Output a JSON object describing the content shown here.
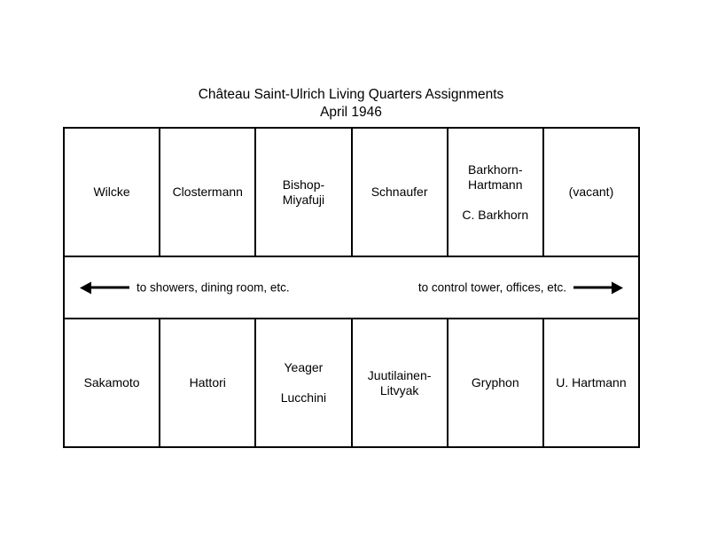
{
  "title": "Château Saint-Ulrich Living Quarters Assignments",
  "subtitle": "April 1946",
  "rooms": {
    "top": [
      {
        "label": "Wilcke"
      },
      {
        "label": "Clostermann"
      },
      {
        "label": "Bishop-\nMiyafuji"
      },
      {
        "label": "Schnaufer"
      },
      {
        "label": "Barkhorn-\nHartmann\n\nC. Barkhorn"
      },
      {
        "label": "(vacant)"
      }
    ],
    "bottom": [
      {
        "label": "Sakamoto"
      },
      {
        "label": "Hattori"
      },
      {
        "label": "Yeager\n\nLucchini"
      },
      {
        "label": "Juutilainen-\nLitvyak"
      },
      {
        "label": "Gryphon"
      },
      {
        "label": "U. Hartmann"
      }
    ]
  },
  "corridor": {
    "left_label": "to showers, dining room, etc.",
    "right_label": "to control tower, offices, etc.",
    "left_arrow_icon": "arrow-left",
    "right_arrow_icon": "arrow-right"
  },
  "colors": {
    "line": "#000000",
    "text": "#000000",
    "background": "#ffffff"
  }
}
